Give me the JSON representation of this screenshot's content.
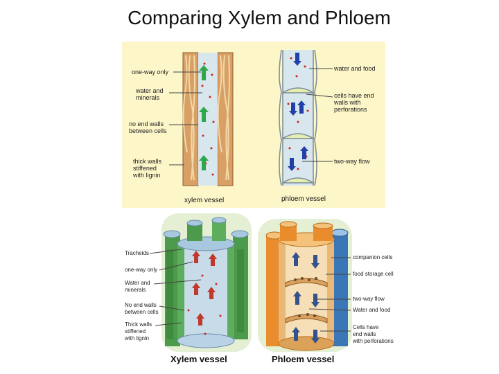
{
  "title": "Comparing Xylem and Phloem",
  "top_diagram": {
    "xylem_labels": [
      "one-way only",
      "water and\nminerals",
      "no end walls\nbetween cells",
      "thick walls\nstiffened\nwith lignin"
    ],
    "phloem_labels": [
      "water and food",
      "cells have end\nwalls with\nperforations",
      "two-way flow"
    ],
    "xylem_caption": "xylem vessel",
    "phloem_caption": "phloem vessel"
  },
  "bottom_diagram": {
    "xylem_labels": [
      "Tracheids",
      "one-way only",
      "Water and\nminerals",
      "No end walls\nbetween cells",
      "Thick walls\nstiffened\nwith lignin"
    ],
    "phloem_labels": [
      "companion cells",
      "food storage cell",
      "two-way flow",
      "Water and food",
      "Cells have\nend walls\nwith perforations"
    ],
    "xylem_caption": "Xylem vessel",
    "phloem_caption": "Phloem vessel"
  },
  "colors": {
    "top_background": "#fcf6c8",
    "xylem_wall": "#d9a066",
    "water": "#d8e6ee",
    "xylem_arrow": "#2ea84a",
    "phloem_arrow": "#2240a8",
    "bottom_xylem_tube": "#5cae5c",
    "bottom_phloem_tube": "#e88c2c",
    "bottom_xylem_arrow": "#c0392b",
    "bottom_phloem_arrow": "#34528c"
  }
}
